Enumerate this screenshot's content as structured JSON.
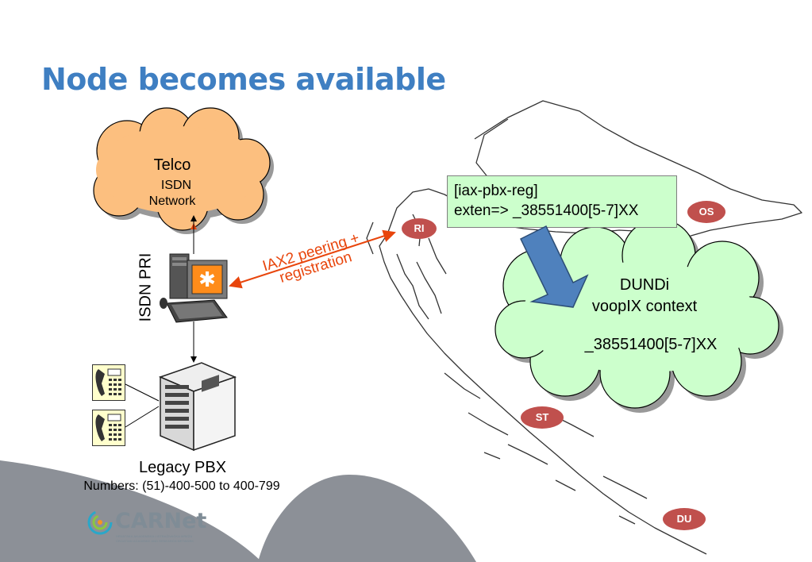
{
  "slide": {
    "title": "Node becomes available"
  },
  "telco": {
    "title": "Telco",
    "line1": "ISDN",
    "line2": "Network"
  },
  "isdn_pri": "ISDN PRI",
  "iax_link": {
    "line1": "IAX2 peering +",
    "line2": "registration"
  },
  "registration_box": {
    "line1": "[iax-pbx-reg]",
    "line2": "exten=> _38551400[5-7]XX"
  },
  "dundi_cloud": {
    "line1": "DUNDi",
    "line2": "voopIX context",
    "line3": "_38551400[5-7]XX"
  },
  "legacy_pbx": {
    "title": "Legacy PBX",
    "numbers": "Numbers: (51)-400-500 to 400-799"
  },
  "cities": {
    "ri": "RI",
    "os": "OS",
    "st": "ST",
    "du": "DU"
  },
  "logo": {
    "name": "CARNet",
    "tagline1": "HRVATSKA AKADEMSKA I ISTRAŽIVAČKA MREŽA",
    "tagline2": "CROATIAN ACADEMIC AND RESEARCH NETWORK"
  },
  "colors": {
    "title": "#3f7fc2",
    "telco_cloud": "#fcbf7f",
    "dundi_cloud": "#ccffcc",
    "city_badge": "#c0504d",
    "link": "#e8450c",
    "arrow": "#4f81bd"
  }
}
